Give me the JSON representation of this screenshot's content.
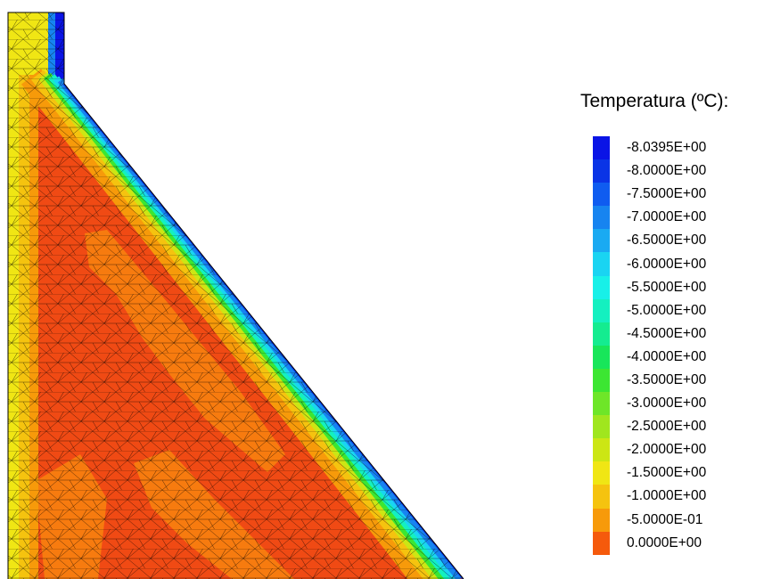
{
  "legend": {
    "title": "Temperatura (ºC):",
    "entries": [
      {
        "label": "-8.0395E+00",
        "color": "#0a14e6"
      },
      {
        "label": "-8.0000E+00",
        "color": "#0a34e6"
      },
      {
        "label": "-7.5000E+00",
        "color": "#0f5cf0"
      },
      {
        "label": "-7.0000E+00",
        "color": "#1784f0"
      },
      {
        "label": "-6.5000E+00",
        "color": "#1aaaf2"
      },
      {
        "label": "-6.0000E+00",
        "color": "#1ad4f2"
      },
      {
        "label": "-5.5000E+00",
        "color": "#18f0e8"
      },
      {
        "label": "-5.0000E+00",
        "color": "#14f0c0"
      },
      {
        "label": "-4.5000E+00",
        "color": "#14ec90"
      },
      {
        "label": "-4.0000E+00",
        "color": "#18e65a"
      },
      {
        "label": "-3.5000E+00",
        "color": "#3ce632"
      },
      {
        "label": "-3.0000E+00",
        "color": "#6ee628"
      },
      {
        "label": "-2.5000E+00",
        "color": "#a0e61e"
      },
      {
        "label": "-2.0000E+00",
        "color": "#cce614"
      },
      {
        "label": "-1.5000E+00",
        "color": "#f0e614"
      },
      {
        "label": "-1.0000E+00",
        "color": "#f5c30f"
      },
      {
        "label": "-5.0000E-01",
        "color": "#f79a0a"
      },
      {
        "label": "0.0000E+00",
        "color": "#f55a0c"
      }
    ]
  },
  "colors": {
    "background": "#ffffff",
    "interior": "#f04a14",
    "interior_warm": "#f77b0f",
    "mesh_line": "#000000"
  }
}
